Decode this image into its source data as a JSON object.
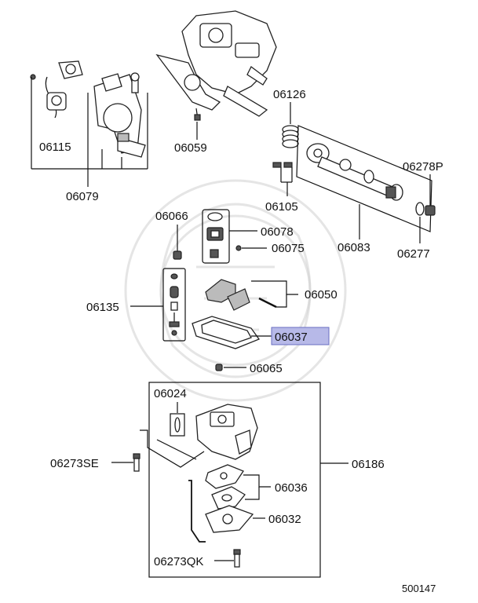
{
  "diagram_code": "500147",
  "highlight_color": "#b7b9e8",
  "labels": {
    "p06126": "06126",
    "p06115": "06115",
    "p06079": "06079",
    "p06059": "06059",
    "p06278P": "06278P",
    "p06105": "06105",
    "p06066": "06066",
    "p06078": "06078",
    "p06075": "06075",
    "p06083": "06083",
    "p06277": "06277",
    "p06135": "06135",
    "p06050": "06050",
    "p06037": "06037",
    "p06065": "06065",
    "p06024": "06024",
    "p06273SE": "06273SE",
    "p06186": "06186",
    "p06036": "06036",
    "p06032": "06032",
    "p06273QK": "06273QK"
  }
}
